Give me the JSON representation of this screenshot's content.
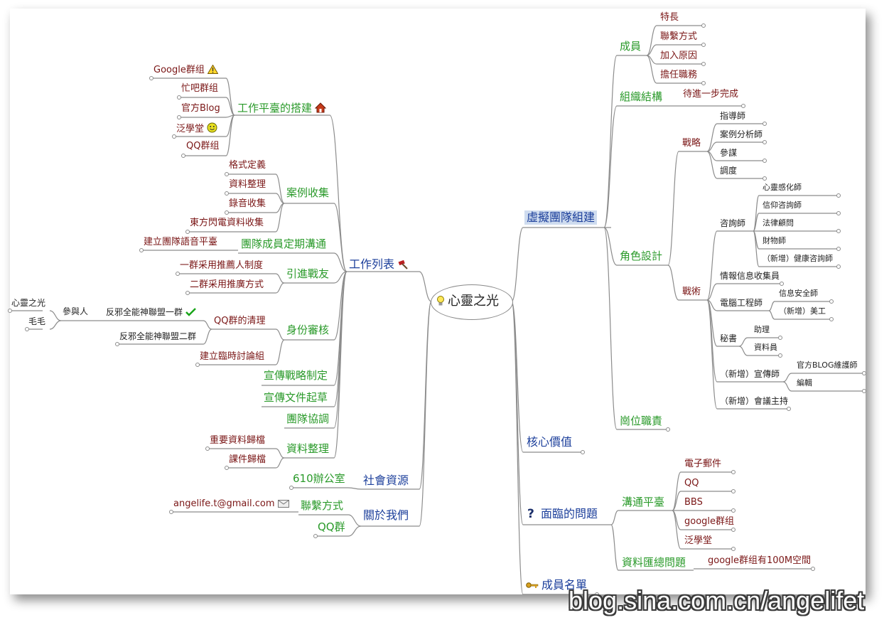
{
  "root": "心靈之光",
  "watermark": "blog.sina.com.cn/angelifet",
  "left": {
    "work_list": "工作列表",
    "platform": "工作平臺的搭建",
    "platform_items": [
      "Google群组",
      "忙吧群组",
      "官方Blog",
      "泛學堂",
      "QQ群组"
    ],
    "case_collect": "案例收集",
    "case_items": [
      "格式定義",
      "資料整理",
      "錄音收集",
      "東方閃電資料收集"
    ],
    "team_comm": "團隊成員定期溝通",
    "voice_platform": "建立團隊語音平臺",
    "recruit": "引進戰友",
    "recruit_items": [
      "一群采用推薦人制度",
      "二群采用推廣方式"
    ],
    "identity": "身份審核",
    "qq_clean": "QQ群的清理",
    "fx_group1": "反邪全能神聯盟一群",
    "participants": "參與人",
    "participant_names": [
      "心靈之光",
      "毛毛"
    ],
    "fx_group2": "反邪全能神聯盟二群",
    "temp_group": "建立臨時討論組",
    "promo_strategy": "宣傳戰略制定",
    "promo_doc": "宣傳文件起草",
    "team_coord": "團隊協調",
    "archive": "資料整理",
    "archive_items": [
      "重要資料歸檔",
      "課件歸檔"
    ],
    "social": "社會資源",
    "office": "610辦公室",
    "about": "關於我們",
    "contact": "聯繫方式",
    "email": "angelife.t@gmail.com",
    "qq_group": "QQ群"
  },
  "right": {
    "virtual_team": "虛擬團隊組建",
    "members": "成員",
    "member_items": [
      "特長",
      "聯繫方式",
      "加入原因",
      "擔任職務"
    ],
    "org": "組織結構",
    "org_item": "待進一步完成",
    "role_design": "角色設計",
    "strategy": "戰略",
    "strategy_items": [
      "指導師",
      "案例分析師",
      "參謀",
      "調度"
    ],
    "tactics": "戰術",
    "counselor": "咨詢師",
    "counselor_items": [
      "心靈感化師",
      "信仰咨詢師",
      "法律顧問",
      "財物師",
      "（新增）健康咨詢師"
    ],
    "intel": "情報信息收集員",
    "computer_eng": "電腦工程師",
    "computer_items": [
      "信息安全師",
      "（新增）美工"
    ],
    "secretary": "秘書",
    "secretary_items": [
      "助理",
      "資料員"
    ],
    "publicist": "（新增）宣傳師",
    "publicist_items": [
      "官方BLOG維護師",
      "編輯"
    ],
    "host": "（新增）會議主持",
    "post_duty": "崗位職責",
    "core_values": "核心價值",
    "problems": "面臨的問題",
    "comm_platform": "溝通平臺",
    "comm_items": [
      "電子郵件",
      "QQ",
      "BBS",
      "google群组",
      "泛學堂"
    ],
    "data_summary": "資料匯總問題",
    "data_item": "google群组有100M空間",
    "member_list": "成員名單"
  },
  "colors": {
    "level1": "#1c3f9b",
    "level2": "#2a9a2a",
    "level3": "#7a1616",
    "line": "#8c8c8c",
    "highlight": "#cfdcef"
  },
  "icons": {
    "platform": "house-icon",
    "work_list": "hammer-icon",
    "google_group": "warning-icon",
    "fanxuetang": "smiley-icon",
    "fx_group1": "checkmark-icon",
    "email": "envelope-icon",
    "root": "lightbulb-icon",
    "problems": "question-icon",
    "member_list": "key-icon"
  }
}
